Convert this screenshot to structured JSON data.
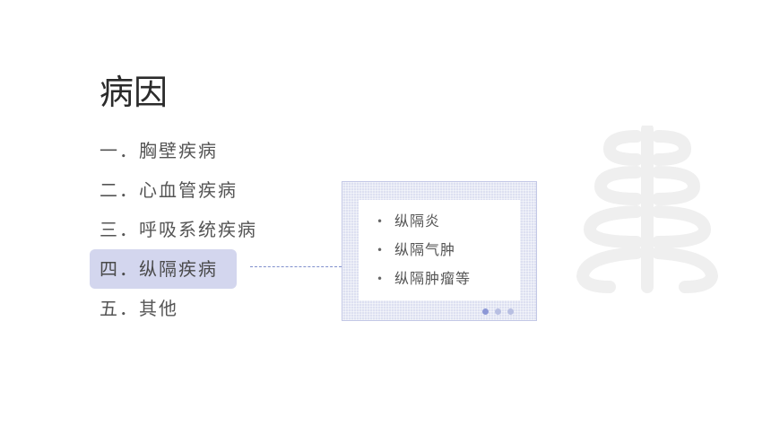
{
  "slide": {
    "title": "病因",
    "causes": [
      {
        "label": "一．胸壁疾病",
        "active": false
      },
      {
        "label": "二．心血管疾病",
        "active": false
      },
      {
        "label": "三．呼吸系统疾病",
        "active": false
      },
      {
        "label": "四．纵隔疾病",
        "active": true
      },
      {
        "label": "五．其他",
        "active": false
      }
    ],
    "popup": {
      "bullet_icon": "bullet-dot-icon",
      "items": [
        "纵隔炎",
        "纵隔气肿",
        "纵隔肿瘤等"
      ],
      "pager": {
        "total": 3,
        "current": 1
      }
    },
    "decoration_icon": "ribcage-icon",
    "colors": {
      "accent_fill": "#d3d6ee",
      "popup_frame": "#dde0f1",
      "connector": "#7f8fcc",
      "decoration": "#efefef"
    }
  }
}
